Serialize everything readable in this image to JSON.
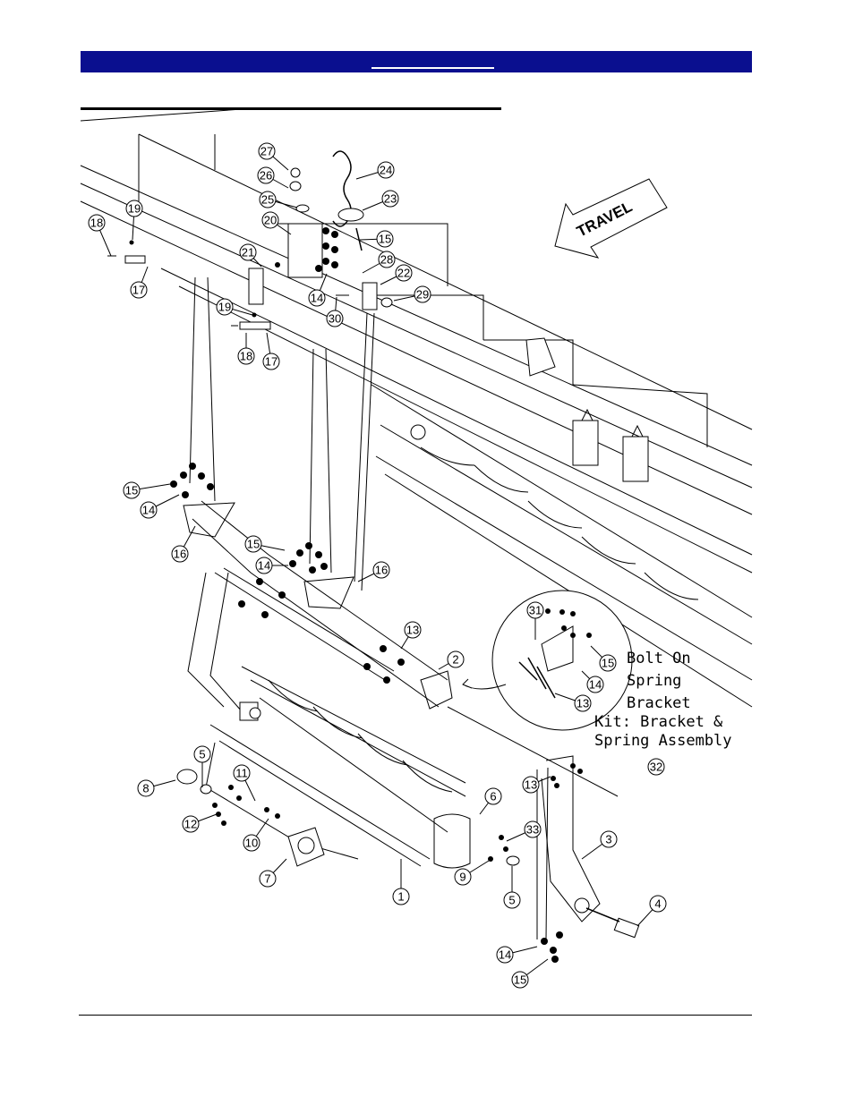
{
  "header": {
    "banner_color": "#0a0f8f"
  },
  "travel_label": "TRAVEL",
  "inset": {
    "lines": [
      "Bolt On",
      "Spring",
      "Bracket"
    ],
    "kit_lines": [
      "Kit: Bracket &",
      "Spring Assembly"
    ]
  },
  "callouts": [
    "27",
    "26",
    "24",
    "25",
    "23",
    "19",
    "18",
    "20",
    "15",
    "21",
    "28",
    "22",
    "17",
    "14",
    "29",
    "19",
    "30",
    "18",
    "17",
    "15",
    "14",
    "16",
    "15",
    "14",
    "16",
    "13",
    "2",
    "31",
    "15",
    "14",
    "13",
    "32",
    "5",
    "11",
    "8",
    "6",
    "12",
    "33",
    "10",
    "7",
    "9",
    "5",
    "1",
    "3",
    "13",
    "4",
    "14",
    "15"
  ]
}
